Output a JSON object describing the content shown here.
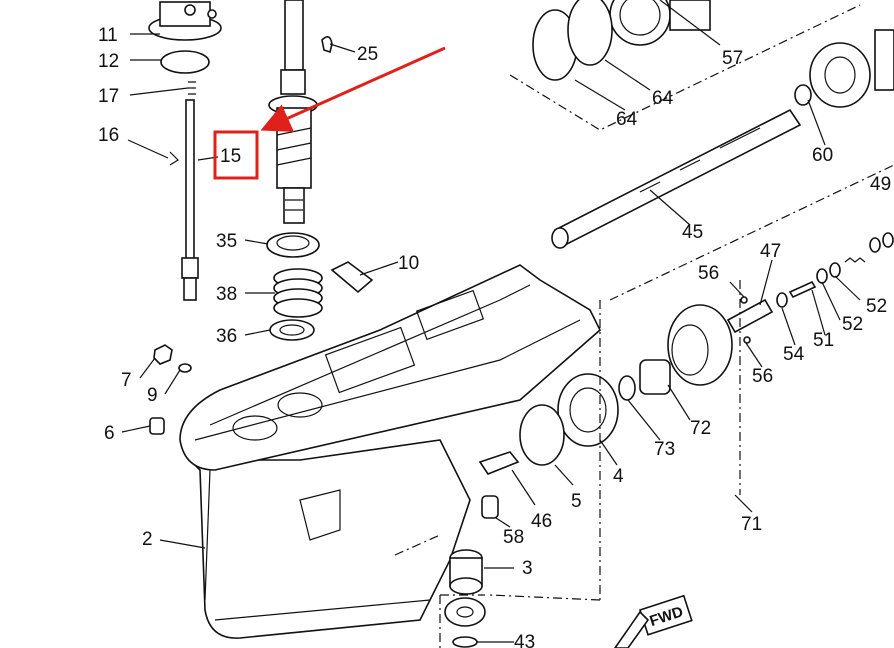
{
  "labels": {
    "p11": "11",
    "p12": "12",
    "p17": "17",
    "p16": "16",
    "p15": "15",
    "p25": "25",
    "p35": "35",
    "p10": "10",
    "p38": "38",
    "p36": "36",
    "p7": "7",
    "p9": "9",
    "p6": "6",
    "p2": "2",
    "p57": "57",
    "p64a": "64",
    "p64b": "64",
    "p60": "60",
    "p49": "49",
    "p45": "45",
    "p47": "47",
    "p56a": "56",
    "p56b": "56",
    "p54": "54",
    "p51": "51",
    "p52a": "52",
    "p52b": "52",
    "p72": "72",
    "p73": "73",
    "p4": "4",
    "p5": "5",
    "p46": "46",
    "p58": "58",
    "p3": "3",
    "p71": "71",
    "p43": "43"
  },
  "badge": "FWD",
  "highlight": {
    "part": "15",
    "color": "#e0201b"
  },
  "arrow": {
    "color": "#e0201b"
  }
}
